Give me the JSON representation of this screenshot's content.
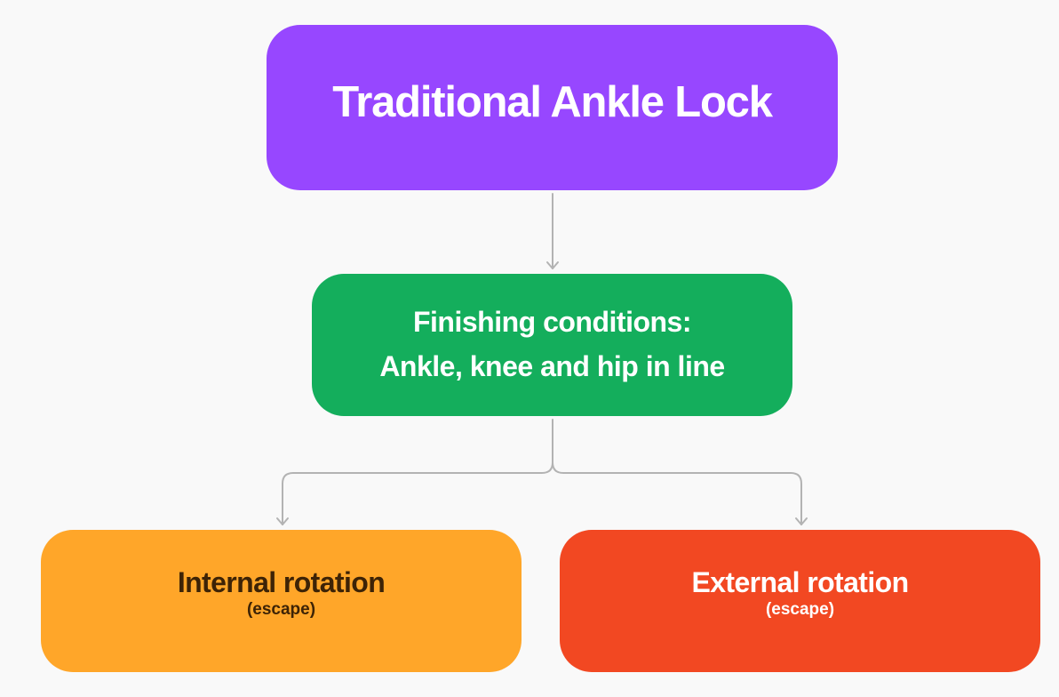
{
  "diagram": {
    "nodes": {
      "top": {
        "label": "Traditional Ankle Lock",
        "color": "#9747ff",
        "text_color": "#ffffff"
      },
      "middle": {
        "line1": "Finishing conditions:",
        "line2": "Ankle, knee and hip in line",
        "color": "#14ae5c",
        "text_color": "#ffffff"
      },
      "left": {
        "label": "Internal rotation",
        "sublabel": "(escape)",
        "color": "#ffa629",
        "text_color": "#3d2306"
      },
      "right": {
        "label": "External rotation",
        "sublabel": "(escape)",
        "color": "#f24822",
        "text_color": "#ffffff"
      }
    },
    "edges": [
      {
        "from": "top",
        "to": "middle"
      },
      {
        "from": "middle",
        "to": "left"
      },
      {
        "from": "middle",
        "to": "right"
      }
    ],
    "edge_color": "#b3b3b3"
  }
}
